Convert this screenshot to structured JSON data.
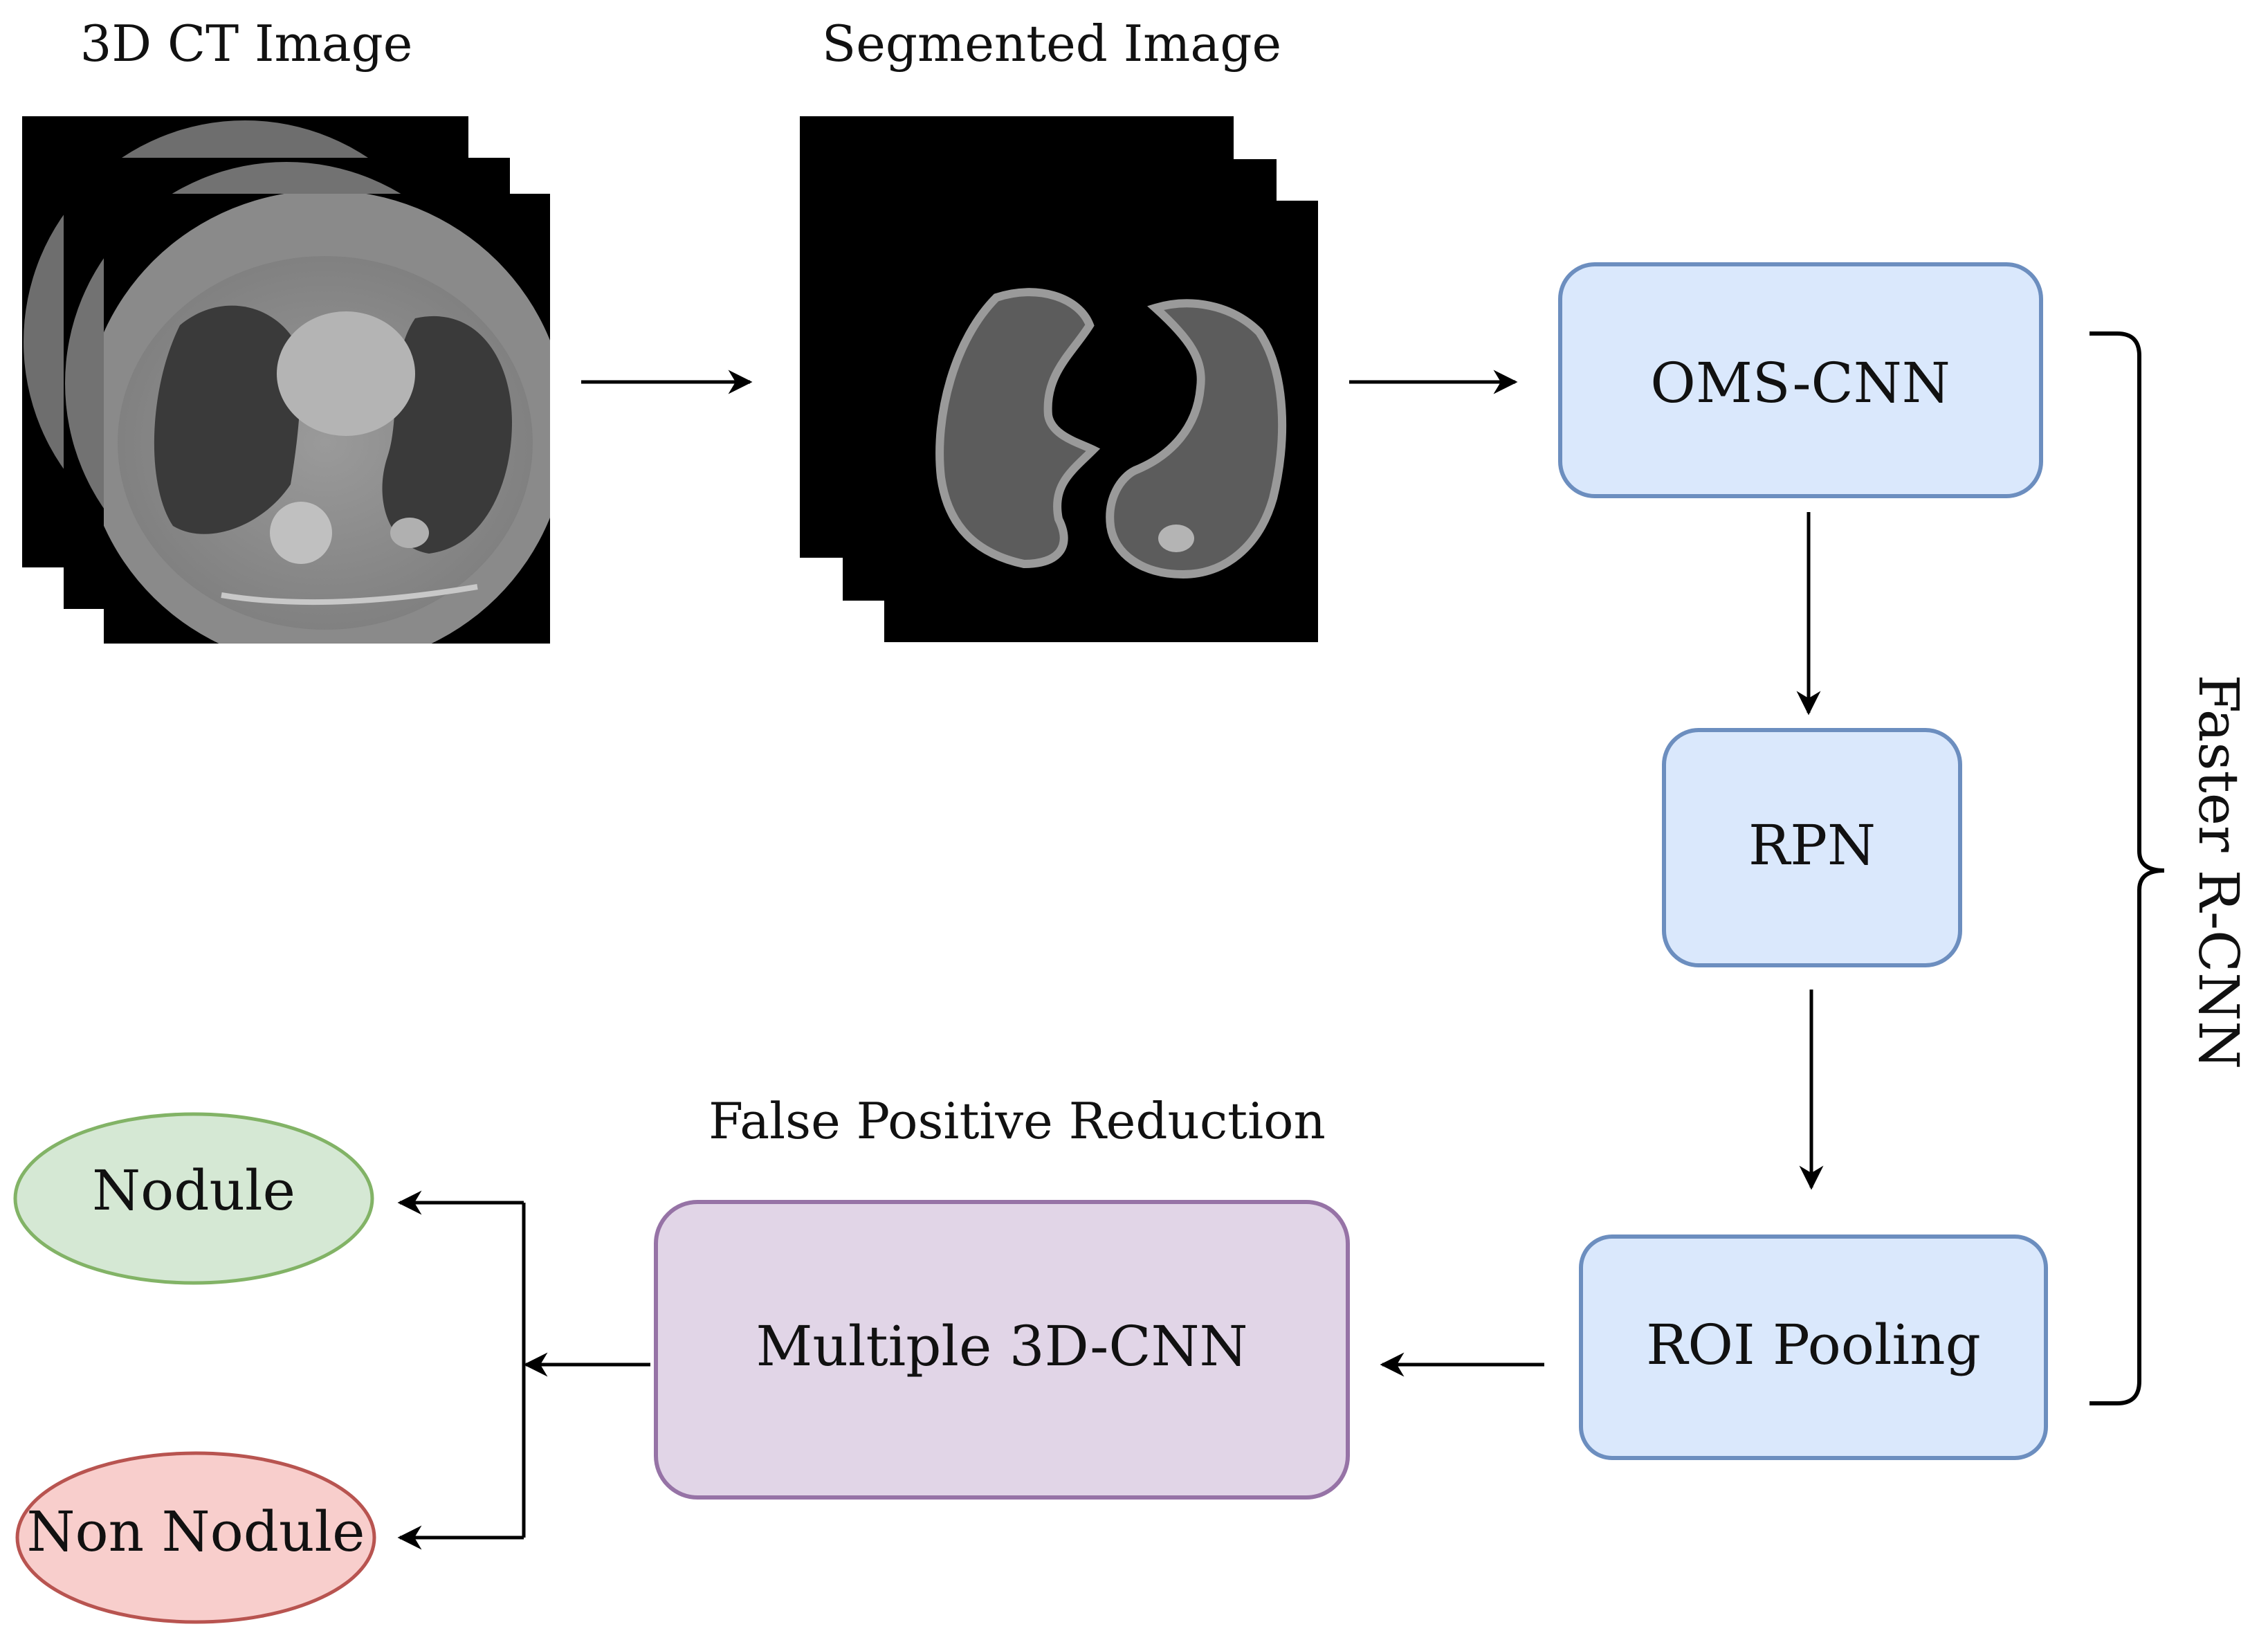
{
  "labels": {
    "ct_image": "3D CT Image",
    "segmented_image": "Segmented Image",
    "false_positive_reduction": "False Positive Reduction",
    "faster_rcnn": "Faster R-CNN"
  },
  "nodes": {
    "oms_cnn": "OMS-CNN",
    "rpn": "RPN",
    "roi_pooling": "ROI Pooling",
    "multiple_3d_cnn": "Multiple 3D-CNN",
    "nodule": "Nodule",
    "non_nodule": "Non Nodule"
  },
  "colors": {
    "faster_rcnn_fill": "#dae8fc",
    "faster_rcnn_stroke": "#6c8ebf",
    "fp_reduction_fill": "#e1d5e7",
    "fp_reduction_stroke": "#9673a6",
    "nodule_fill": "#d5e8d4",
    "nodule_stroke": "#82b366",
    "non_nodule_fill": "#f8cecc",
    "non_nodule_stroke": "#b85450"
  }
}
